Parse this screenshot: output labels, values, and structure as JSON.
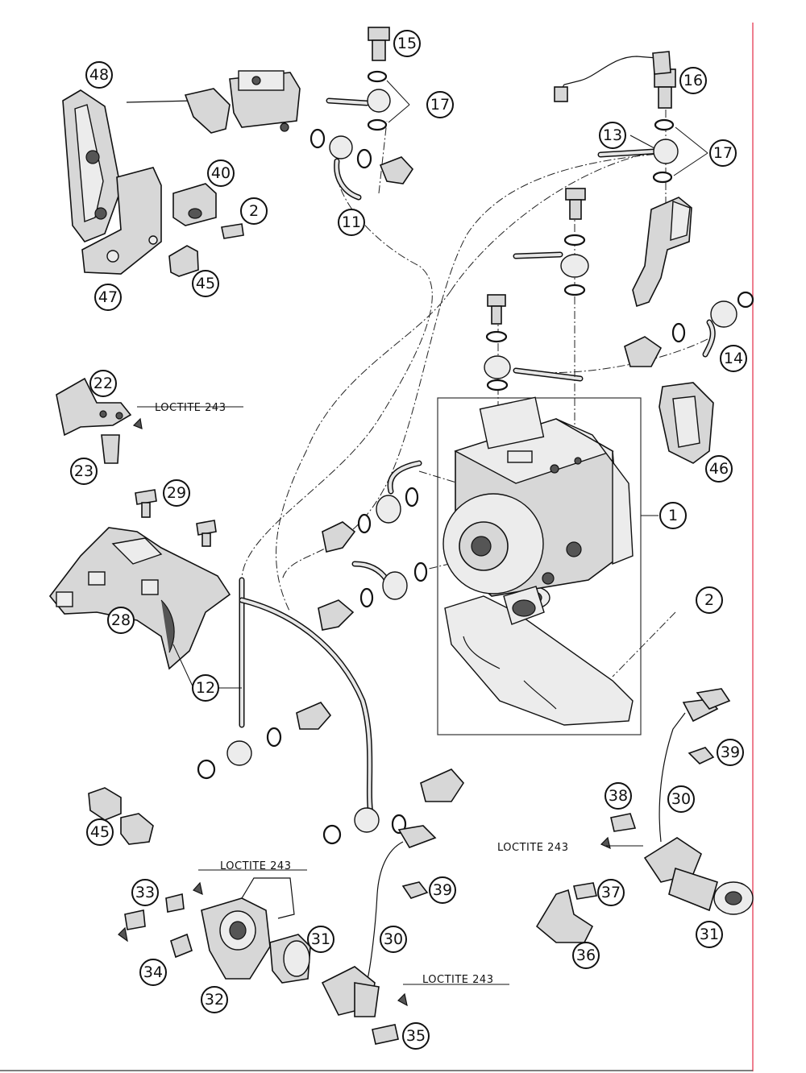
{
  "diagram": {
    "callouts": [
      "1",
      "2",
      "11",
      "12",
      "13",
      "14",
      "15",
      "16",
      "17",
      "22",
      "23",
      "28",
      "29",
      "30",
      "31",
      "32",
      "33",
      "34",
      "35",
      "36",
      "37",
      "38",
      "39",
      "40",
      "45",
      "46",
      "47",
      "48"
    ],
    "loctite_label": "LOCTITE 243",
    "colors": {
      "frame_red": "#e8556a",
      "line": "#111111",
      "part_fill": "#d7d7d7"
    }
  }
}
